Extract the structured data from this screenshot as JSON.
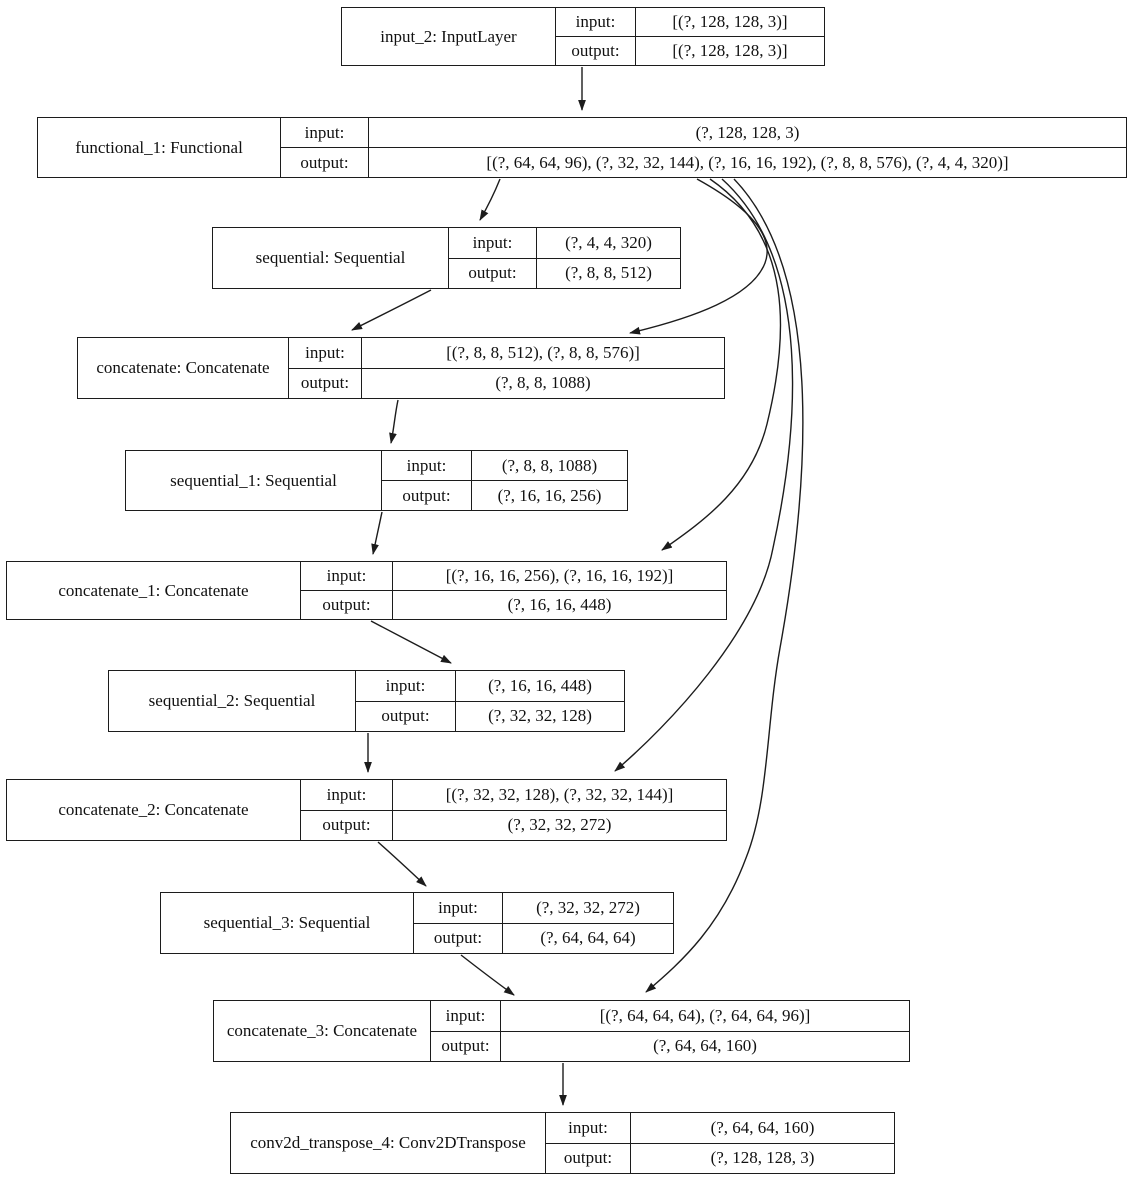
{
  "diagram": {
    "kind": "keras-model-plot",
    "background_color": "#ffffff",
    "line_color": "#1c1c1c"
  },
  "labels": {
    "input": "input:",
    "output": "output:"
  },
  "nodes": [
    {
      "id": "input_2",
      "title": "input_2: InputLayer",
      "input": "[(?, 128, 128, 3)]",
      "output": "[(?, 128, 128, 3)]"
    },
    {
      "id": "functional_1",
      "title": "functional_1: Functional",
      "input": "(?, 128, 128, 3)",
      "output": "[(?, 64, 64, 96), (?, 32, 32, 144), (?, 16, 16, 192), (?, 8, 8, 576), (?, 4, 4, 320)]"
    },
    {
      "id": "sequential",
      "title": "sequential: Sequential",
      "input": "(?, 4, 4, 320)",
      "output": "(?, 8, 8, 512)"
    },
    {
      "id": "concatenate",
      "title": "concatenate: Concatenate",
      "input": "[(?, 8, 8, 512), (?, 8, 8, 576)]",
      "output": "(?, 8, 8, 1088)"
    },
    {
      "id": "sequential_1",
      "title": "sequential_1: Sequential",
      "input": "(?, 8, 8, 1088)",
      "output": "(?, 16, 16, 256)"
    },
    {
      "id": "concatenate_1",
      "title": "concatenate_1: Concatenate",
      "input": "[(?, 16, 16, 256), (?, 16, 16, 192)]",
      "output": "(?, 16, 16, 448)"
    },
    {
      "id": "sequential_2",
      "title": "sequential_2: Sequential",
      "input": "(?, 16, 16, 448)",
      "output": "(?, 32, 32, 128)"
    },
    {
      "id": "concatenate_2",
      "title": "concatenate_2: Concatenate",
      "input": "[(?, 32, 32, 128), (?, 32, 32, 144)]",
      "output": "(?, 32, 32, 272)"
    },
    {
      "id": "sequential_3",
      "title": "sequential_3: Sequential",
      "input": "(?, 32, 32, 272)",
      "output": "(?, 64, 64, 64)"
    },
    {
      "id": "concatenate_3",
      "title": "concatenate_3: Concatenate",
      "input": "[(?, 64, 64, 64), (?, 64, 64, 96)]",
      "output": "(?, 64, 64, 160)"
    },
    {
      "id": "conv2d_transpose_4",
      "title": "conv2d_transpose_4: Conv2DTranspose",
      "input": "(?, 64, 64, 160)",
      "output": "(?, 128, 128, 3)"
    }
  ],
  "edges": [
    {
      "from": "input_2",
      "to": "functional_1"
    },
    {
      "from": "functional_1",
      "to": "sequential"
    },
    {
      "from": "functional_1",
      "to": "concatenate"
    },
    {
      "from": "functional_1",
      "to": "concatenate_1"
    },
    {
      "from": "functional_1",
      "to": "concatenate_2"
    },
    {
      "from": "functional_1",
      "to": "concatenate_3"
    },
    {
      "from": "sequential",
      "to": "concatenate"
    },
    {
      "from": "concatenate",
      "to": "sequential_1"
    },
    {
      "from": "sequential_1",
      "to": "concatenate_1"
    },
    {
      "from": "concatenate_1",
      "to": "sequential_2"
    },
    {
      "from": "sequential_2",
      "to": "concatenate_2"
    },
    {
      "from": "concatenate_2",
      "to": "sequential_3"
    },
    {
      "from": "sequential_3",
      "to": "concatenate_3"
    },
    {
      "from": "concatenate_3",
      "to": "conv2d_transpose_4"
    }
  ]
}
